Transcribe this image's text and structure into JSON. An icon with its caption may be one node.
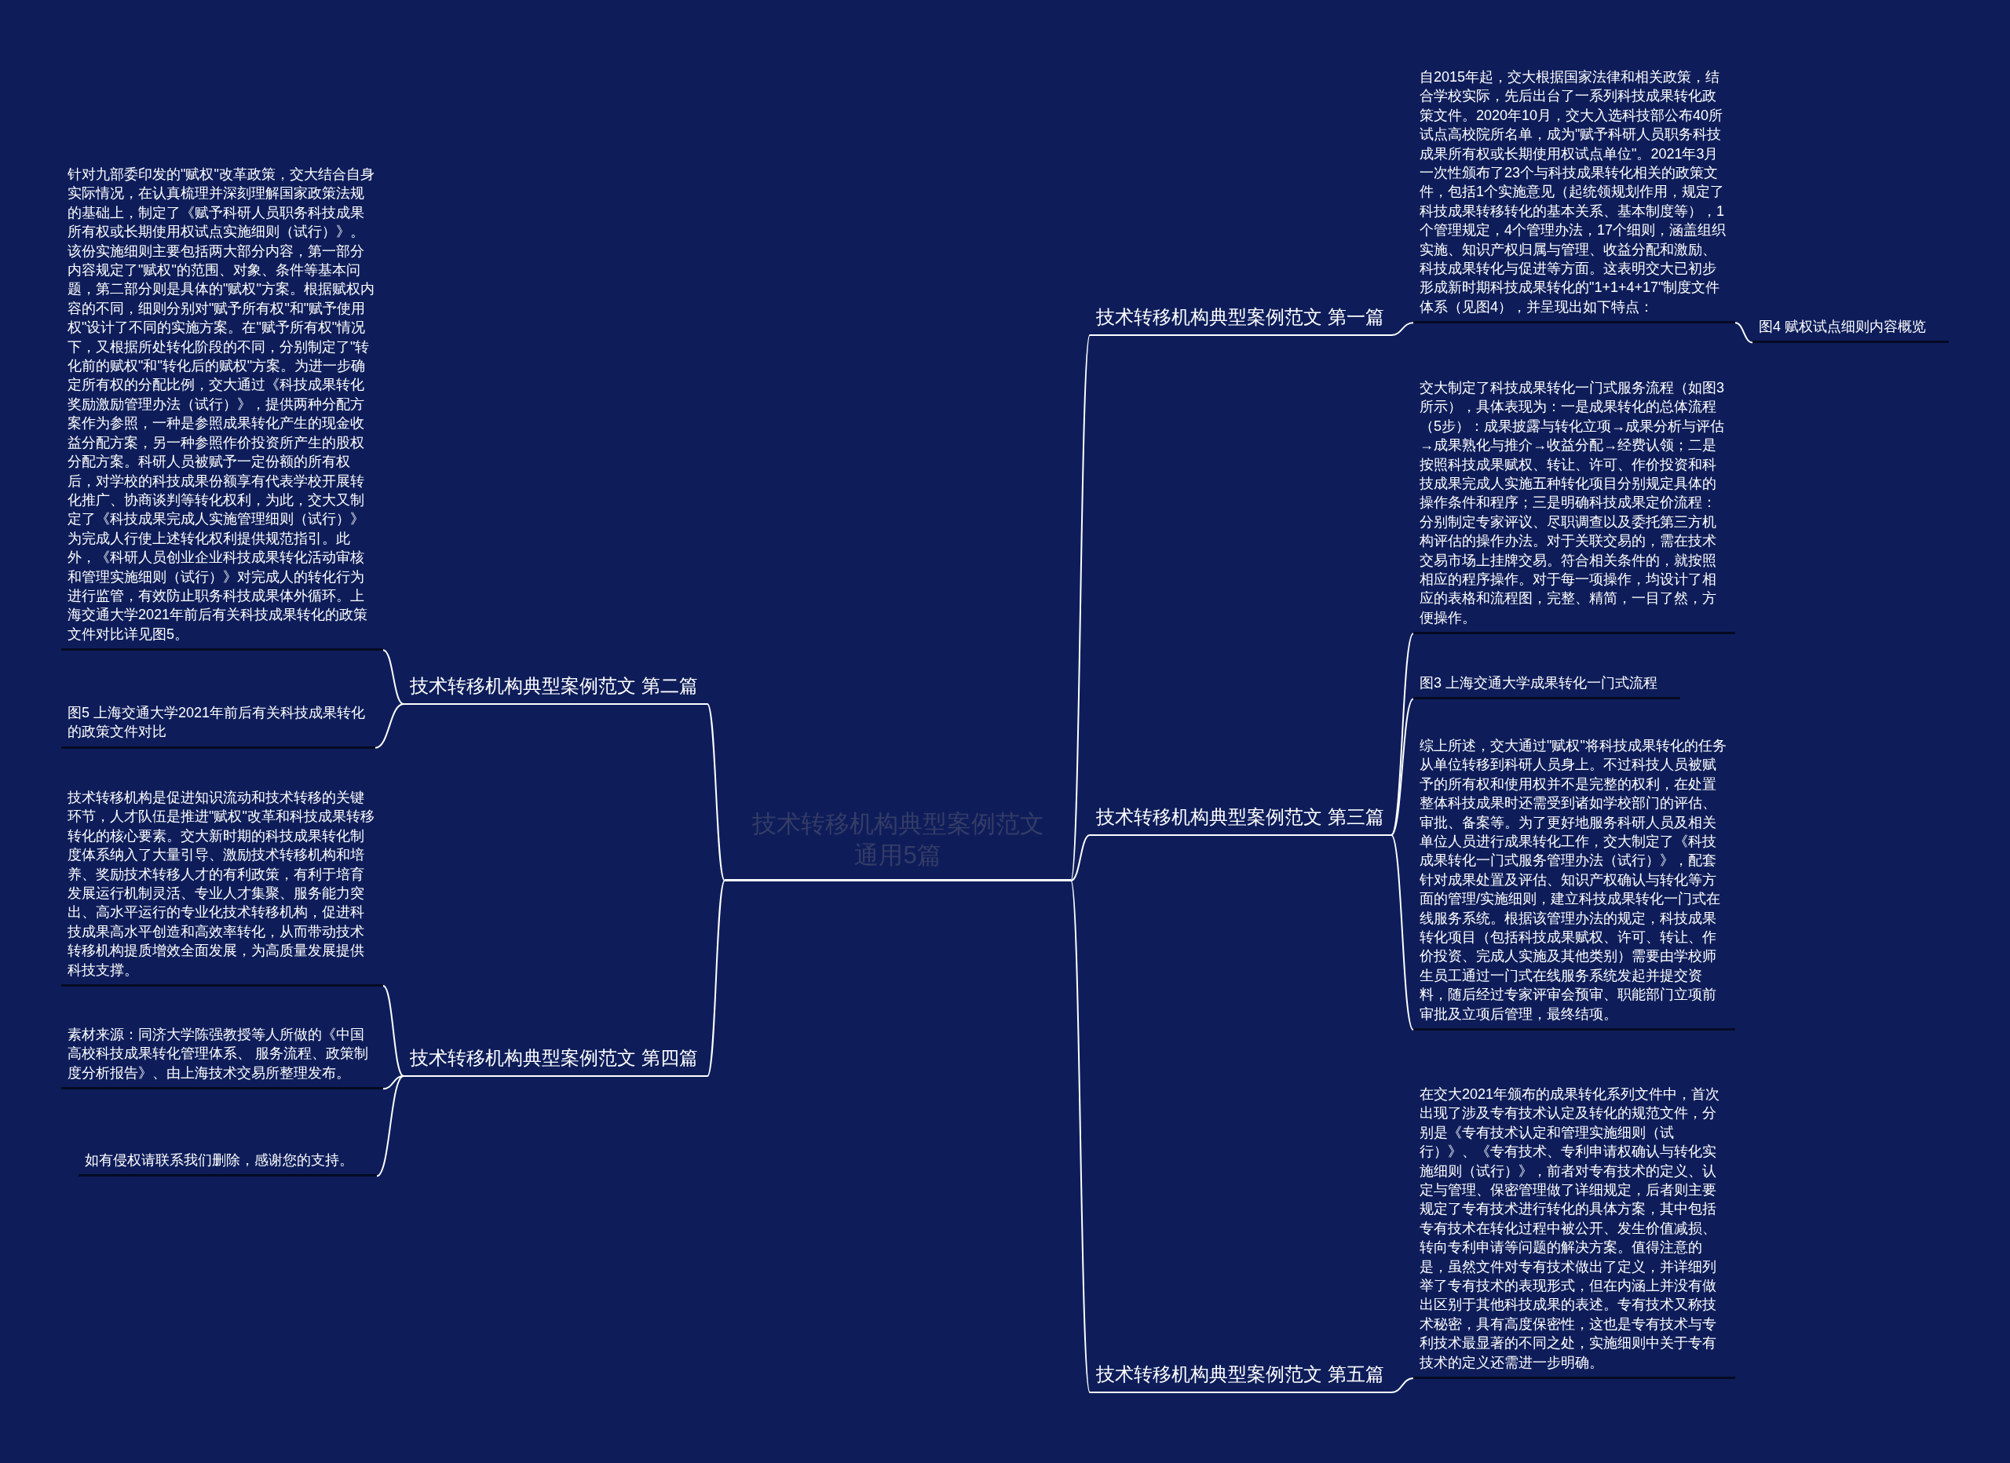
{
  "diagram": {
    "nodes": [
      {
        "text": [
          "技术转移机构典型案例范文通用5篇"
        ]
      },
      {
        "text": [
          "技术转移机构典型案例范文 第一篇"
        ]
      },
      {
        "text": [
          "自2015年起，交大根据国家法律和相关政策，结合学校实际，先后出台了一系列科技成果转化政策文件。2020年10月，交大入选科技部公布40所试点高校院所名单，成为\"赋予科研人员职务科技成果所有权或长期使用权试点单位\"。2021年3月一次性颁布了23个与科技成果转化相关的政策文件，包括1个实施意见（起统领规划作用，规定了科技成果转移转化的基本关系、基本制度等），1个管理规定，4个管理办法，17个细则，涵盖组织实施、知识产权归属与管理、收益分配和激励、科技成果转化与促进等方面。这表明交大已初步形成新时期科技成果转化的\"1+1+4+17\"制度文件体系（见图4），并呈现出如下特点："
        ]
      },
      {
        "text": [
          "图4 赋权试点细则内容概览"
        ]
      },
      {
        "text": [
          "技术转移机构典型案例范文 第三篇"
        ]
      },
      {
        "text": [
          "交大制定了科技成果转化一门式服务流程（如图3所示），具体表现为：一是成果转化的总体流程（5步）：成果披露与转化立项→成果分析与评估→成果熟化与推介→收益分配→经费认领；二是按照科技成果赋权、转让、许可、作价投资和科技成果完成人实施五种转化项目分别规定具体的操作条件和程序；三是明确科技成果定价流程：分别制定专家评议、尽职调查以及委托第三方机构评估的操作办法。对于关联交易的，需在技术交易市场上挂牌交易。符合相关条件的，就按照相应的程序操作。对于每一项操作，均设计了相应的表格和流程图，完整、精简，一目了然，方便操作。"
        ]
      },
      {
        "text": [
          "图3 上海交通大学成果转化一门式流程"
        ]
      },
      {
        "text": [
          "综上所述，交大通过\"赋权\"将科技成果转化的任务从单位转移到科研人员身上。不过科技人员被赋予的所有权和使用权并不是完整的权利，在处置整体科技成果时还需受到诸如学校部门的评估、审批、备案等。为了更好地服务科研人员及相关单位人员进行成果转化工作，交大制定了《科技成果转化一门式服务管理办法（试行）》，配套针对成果处置及评估、知识产权确认与转化等方面的管理/实施细则，建立科技成果转化一门式在线服务系统。根据该管理办法的规定，科技成果转化项目（包括科技成果赋权、许可、转让、作价投资、完成人实施及其他类别）需要由学校师生员工通过一门式在线服务系统发起并提交资料，随后经过专家评审会预审、职能部门立项前审批及立项后管理，最终结项。"
        ]
      },
      {
        "text": [
          "技术转移机构典型案例范文 第五篇"
        ]
      },
      {
        "text": [
          "在交大2021年颁布的成果转化系列文件中，首次出现了涉及专有技术认定及转化的规范文件，分别是《专有技术认定和管理实施细则（试行）》、《专有技术、专利申请权确认与转化实施细则（试行）》，前者对专有技术的定义、认定与管理、保密管理做了详细规定，后者则主要规定了专有技术进行转化的具体方案，其中包括专有技术在转化过程中被公开、发生价值减损、转向专利申请等问题的解决方案。值得注意的是，虽然文件对专有技术做出了定义，并详细列举了专有技术的表现形式，但在内涵上并没有做出区别于其他科技成果的表述。专有技术又称技术秘密，具有高度保密性，这也是专有技术与专利技术最显著的不同之处，实施细则中关于专有技术的定义还需进一步明确。"
        ]
      },
      {
        "text": [
          "技术转移机构典型案例范文 第二篇"
        ]
      },
      {
        "text": [
          "针对九部委印发的\"赋权\"改革政策，交大结合自身实际情况，在认真梳理并深刻理解国家政策法规的基础上，制定了《赋予科研人员职务科技成果所有权或长期使用权试点实施细则（试行）》。该份实施细则主要包括两大部分内容，第一部分内容规定了\"赋权\"的范围、对象、条件等基本问题，第二部分则是具体的\"赋权\"方案。根据赋权内容的不同，细则分别对\"赋予所有权\"和\"赋予使用权\"设计了不同的实施方案。在\"赋予所有权\"情况下，又根据所处转化阶段的不同，分别制定了\"转化前的赋权\"和\"转化后的赋权\"方案。为进一步确定所有权的分配比例，交大通过《科技成果转化奖励激励管理办法（试行）》，提供两种分配方案作为参照，一种是参照成果转化产生的现金收益分配方案，另一种参照作价投资所产生的股权分配方案。科研人员被赋予一定份额的所有权后，对学校的科技成果份额享有代表学校开展转化推广、协商谈判等转化权利，为此，交大又制定了《科技成果完成人实施管理细则（试行）》为完成人行使上述转化权利提供规范指引。此外，《科研人员创业企业科技成果转化活动审核和管理实施细则（试行）》对完成人的转化行为进行监管，有效防止职务科技成果体外循环。上海交通大学2021年前后有关科技成果转化的政策文件对比详见图5。"
        ]
      },
      {
        "text": [
          "图5 上海交通大学2021年前后有关科技成果转化的政策文件对比"
        ]
      },
      {
        "text": [
          "技术转移机构典型案例范文 第四篇"
        ]
      },
      {
        "text": [
          "技术转移机构是促进知识流动和技术转移的关键环节，人才队伍是推进\"赋权\"改革和科技成果转移转化的核心要素。交大新时期的科技成果转化制度体系纳入了大量引导、激励技术转移机构和培养、奖励技术转移人才的有利政策，有利于培育发展运行机制灵活、专业人才集聚、服务能力突出、高水平运行的专业化技术转移机构，促进科技成果高水平创造和高效率转化，从而带动技术转移机构提质增效全面发展，为高质量发展提供科技支撑。"
        ]
      },
      {
        "text": [
          "素材来源：同济大学陈强教授等人所做的《中国高校科技成果转化管理体系、 服务流程、政策制度分析报告》、由上海技术交易所整理发布。"
        ]
      },
      {
        "text": [
          "如有侵权请联系我们删除，感谢您的支持。"
        ]
      }
    ],
    "edges": [
      {
        "from": 0,
        "to": 1,
        "arrow": "none"
      },
      {
        "from": 1,
        "to": 2,
        "arrow": "none"
      },
      {
        "from": 2,
        "to": 3,
        "arrow": "none"
      },
      {
        "from": 0,
        "to": 4,
        "arrow": "none"
      },
      {
        "from": 4,
        "to": 5,
        "arrow": "none"
      },
      {
        "from": 4,
        "to": 6,
        "arrow": "none"
      },
      {
        "from": 4,
        "to": 7,
        "arrow": "none"
      },
      {
        "from": 0,
        "to": 8,
        "arrow": "none"
      },
      {
        "from": 8,
        "to": 9,
        "arrow": "none"
      },
      {
        "from": 0,
        "to": 10,
        "arrow": "none"
      },
      {
        "from": 10,
        "to": 11,
        "arrow": "none"
      },
      {
        "from": 10,
        "to": 12,
        "arrow": "none"
      },
      {
        "from": 0,
        "to": 13,
        "arrow": "none"
      },
      {
        "from": 13,
        "to": 14,
        "arrow": "none"
      },
      {
        "from": 13,
        "to": 15,
        "arrow": "none"
      },
      {
        "from": 13,
        "to": 16,
        "arrow": "none"
      }
    ]
  }
}
